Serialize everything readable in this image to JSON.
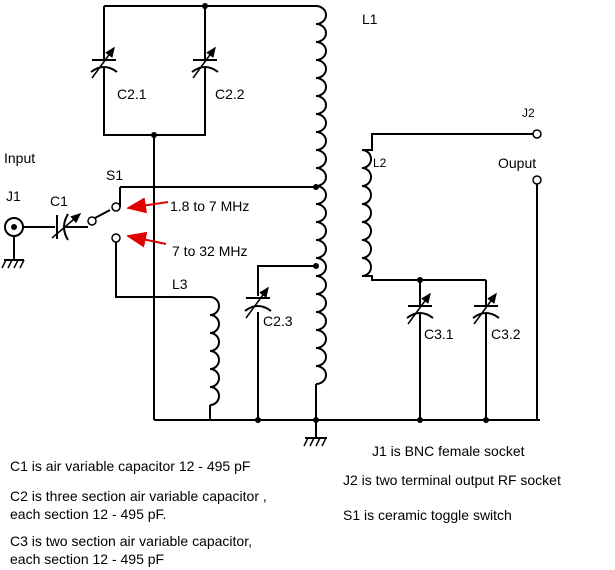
{
  "labels": {
    "L1": "L1",
    "L2": "L2",
    "L3": "L3",
    "J1": "J1",
    "J2": "J2",
    "C1": "C1",
    "S1": "S1",
    "C2_1": "C2.1",
    "C2_2": "C2.2",
    "C2_3": "C2.3",
    "C3_1": "C3.1",
    "C3_2": "C3.2",
    "input": "Input",
    "output": "Ouput",
    "band_low": "1.8 to 7 MHz",
    "band_high": "7 to 32 MHz"
  },
  "notes": {
    "c1": "C1 is air variable capacitor  12 - 495 pF",
    "c2_line1": "C2 is three section  air variable capacitor ,",
    "c2_line2": " each section  12 - 495 pF.",
    "c3_line1": "C3 is two section air variable capacitor,",
    "c3_line2": "each section  12 - 495 pF",
    "j1": "J1 is BNC female socket",
    "j2": "J2 is two terminal output RF socket",
    "s1": "S1  is ceramic  toggle switch"
  },
  "colors": {
    "wire": "#000000",
    "arrow": "#e00000",
    "background": "#ffffff"
  }
}
